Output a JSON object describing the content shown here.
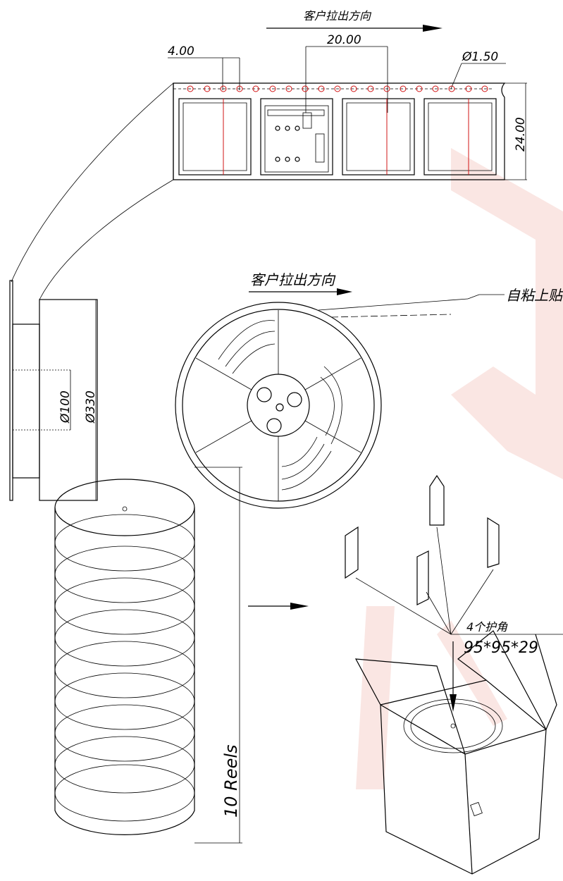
{
  "top_direction_label": "客户拉出方向",
  "tape_dims": {
    "pitch_small": "4.00",
    "pitch_large": "20.00",
    "hole_diameter": "Ø1.50",
    "tape_width": "24.00"
  },
  "reel_direction_label": "客户拉出方向",
  "sticker_label": "自粘上贴",
  "reel_dims": {
    "hub": "Ø100",
    "outer": "Ø330"
  },
  "corner_protectors_label": "4个护角",
  "box_size": "95*95*29",
  "stack_label": "10 Reels"
}
